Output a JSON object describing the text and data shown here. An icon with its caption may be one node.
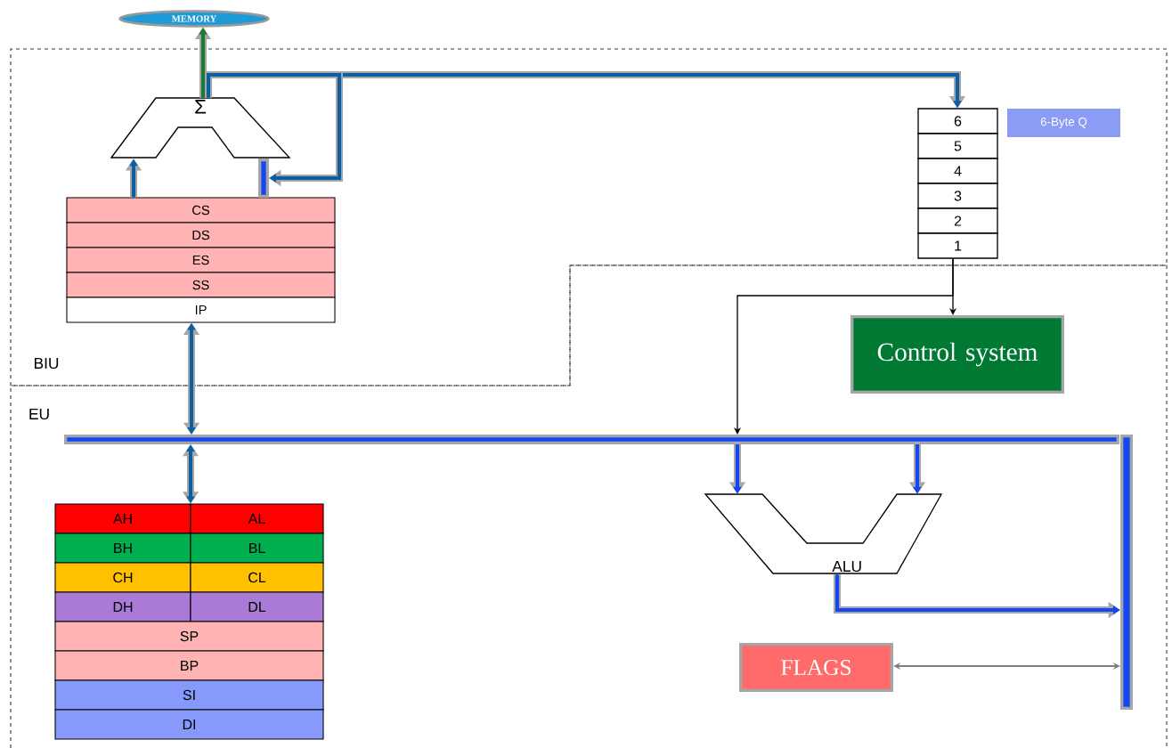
{
  "diagram": {
    "nodes": [
      {
        "text": [
          "MEMORY"
        ]
      },
      {
        "text": [
          "Σ"
        ]
      },
      {
        "text": [
          "CS"
        ]
      },
      {
        "text": [
          "DS"
        ]
      },
      {
        "text": [
          "ES"
        ]
      },
      {
        "text": [
          "SS"
        ]
      },
      {
        "text": [
          "IP"
        ]
      },
      {
        "text": [
          "6"
        ]
      },
      {
        "text": [
          "5"
        ]
      },
      {
        "text": [
          "4"
        ]
      },
      {
        "text": [
          "3"
        ]
      },
      {
        "text": [
          "2"
        ]
      },
      {
        "text": [
          "1"
        ]
      },
      {
        "text": [
          "6-Byte Q"
        ]
      },
      {
        "text": [
          "Control system"
        ]
      },
      {
        "text": [],
        "shape": "bar"
      },
      {
        "text": [],
        "shape": "bar"
      },
      {
        "text": [
          "AH"
        ]
      },
      {
        "text": [
          "AL"
        ]
      },
      {
        "text": [
          "BH"
        ]
      },
      {
        "text": [
          "BL"
        ]
      },
      {
        "text": [
          "CH"
        ]
      },
      {
        "text": [
          "CL"
        ]
      },
      {
        "text": [
          "DH"
        ]
      },
      {
        "text": [
          "DL"
        ]
      },
      {
        "text": [
          "SP"
        ]
      },
      {
        "text": [
          "BP"
        ]
      },
      {
        "text": [
          "SI"
        ]
      },
      {
        "text": [
          "DI"
        ]
      },
      {
        "text": [
          "ALU"
        ]
      },
      {
        "text": [
          "FLAGS"
        ]
      },
      {
        "text": [],
        "shape": "bar"
      }
    ],
    "edges": [
      {
        "from": 1,
        "to": 0,
        "arrow": "to",
        "color": "#1e7b34"
      },
      {
        "from": 2,
        "to": 1,
        "arrow": "to"
      },
      {
        "from": 1,
        "to": 7,
        "arrow": "to"
      },
      {
        "from": 1,
        "to": 31,
        "arrow": "to"
      },
      {
        "from": 6,
        "to": 15,
        "arrow": "both"
      },
      {
        "from": 15,
        "to": 17,
        "arrow": "both"
      },
      {
        "from": 12,
        "to": 14,
        "arrow": "to",
        "color": "#000000"
      },
      {
        "from": 12,
        "to": 15,
        "arrow": "to",
        "color": "#000000"
      },
      {
        "from": 15,
        "to": 29,
        "arrow": "to",
        "color": "#1446f5"
      },
      {
        "from": 15,
        "to": 29,
        "arrow": "to",
        "color": "#1446f5"
      },
      {
        "from": 29,
        "to": 16,
        "arrow": "to",
        "color": "#1446f5"
      },
      {
        "from": 30,
        "to": 16,
        "arrow": "both",
        "color": "#7f7f7f"
      }
    ],
    "labels": [
      "BIU",
      "EU"
    ]
  }
}
